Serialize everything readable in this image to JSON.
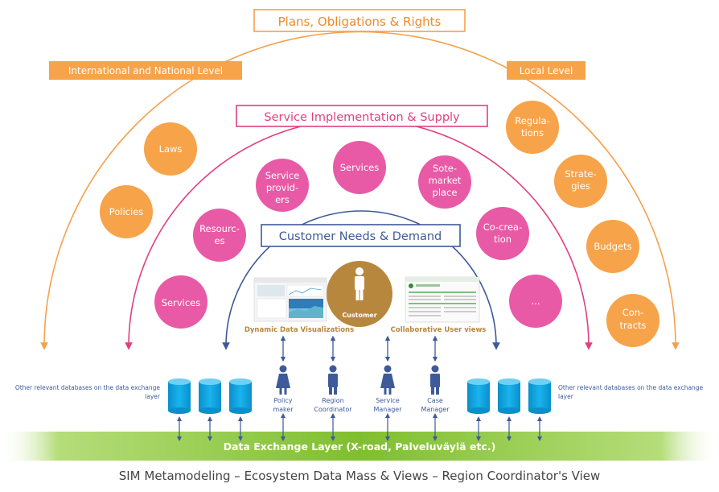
{
  "top_title": "Plans, Obligations & Rights",
  "level_left": "International and National Level",
  "level_right": "Local Level",
  "service_title": "Service Implementation & Supply",
  "customer_title": "Customer Needs & Demand",
  "left_circles": [
    "Laws",
    "Policies"
  ],
  "right_circles": [
    [
      "Regula-",
      "tions"
    ],
    [
      "Strate-",
      "gies"
    ],
    [
      "Budgets"
    ],
    [
      "Con-",
      "tracts"
    ]
  ],
  "pink_circles": [
    [
      "Services"
    ],
    [
      "Resourc-",
      "es"
    ],
    [
      "Service",
      "provid-",
      "ers"
    ],
    [
      "Services"
    ],
    [
      "Sote-",
      "market",
      "place"
    ],
    [
      "Co-crea-",
      "tion"
    ],
    [
      "..."
    ]
  ],
  "customer_label": "Customer",
  "visual_left_label": "Dynamic Data Visualizations",
  "visual_right_label": "Collaborative User views",
  "roles": [
    [
      "Policy",
      "maker"
    ],
    [
      "Region",
      "Coordinator"
    ],
    [
      "Service",
      "Manager"
    ],
    [
      "Case",
      "Manager"
    ]
  ],
  "db_note_left": [
    "Other relevant databases on the data exchange",
    "layer"
  ],
  "db_note_right": [
    "Other relevant databases on the data exchange",
    "layer"
  ],
  "data_layer_label": "Data Exchange Layer (X-road, Palveluväylä etc.)",
  "caption": "SIM Metamodeling – Ecosystem Data Mass & Views – Region Coordinator's View",
  "colors": {
    "orange": "#f7a34a",
    "orange_line": "#f5a04c",
    "pink": "#e85aa6",
    "pink_line": "#e0407f",
    "navy": "#3d5a99",
    "gold": "#b8873e",
    "db_blue": "#0aa3dc",
    "green": "#8cc63f"
  }
}
